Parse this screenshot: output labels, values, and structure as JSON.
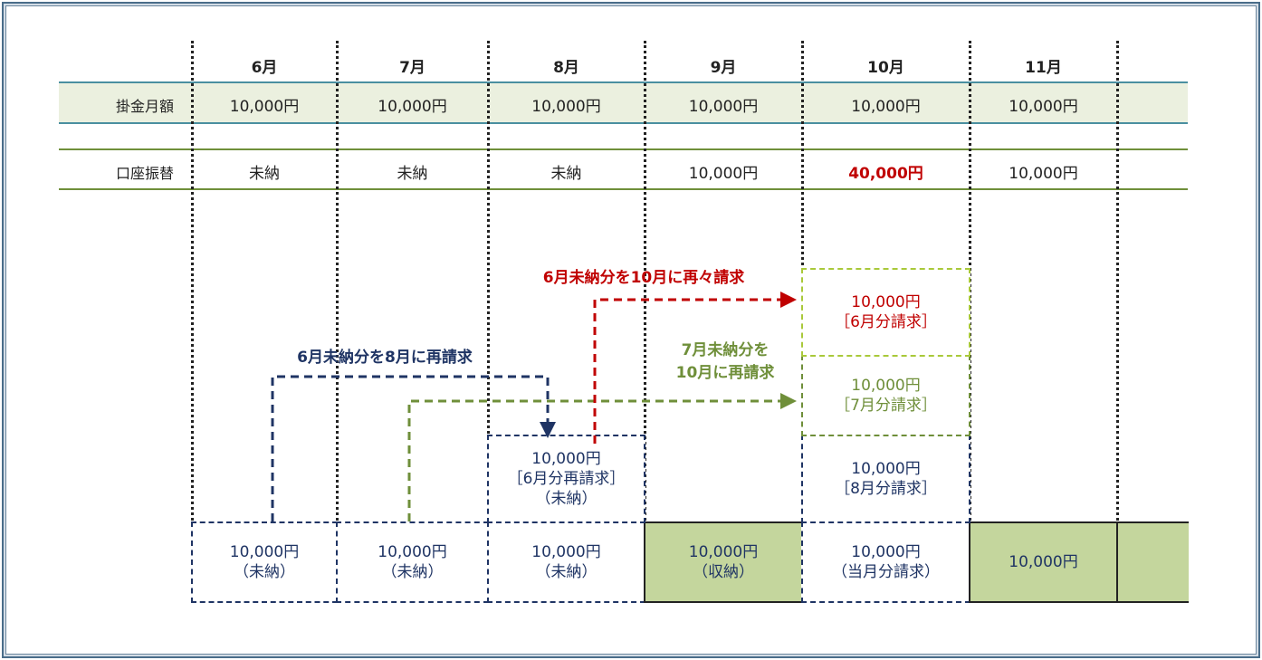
{
  "months": [
    "6月",
    "7月",
    "8月",
    "9月",
    "10月",
    "11月"
  ],
  "rows": {
    "kakekin": {
      "label": "掛金月額",
      "values": [
        "10,000円",
        "10,000円",
        "10,000円",
        "10,000円",
        "10,000円",
        "10,000円"
      ]
    },
    "furikae": {
      "label": "口座振替",
      "values": [
        "未納",
        "未納",
        "未納",
        "10,000円",
        "40,000円",
        "10,000円"
      ]
    }
  },
  "boxes": {
    "jun": {
      "line1": "10,000円",
      "line2": "（未納）"
    },
    "jul": {
      "line1": "10,000円",
      "line2": "（未納）"
    },
    "aug": {
      "line1": "10,000円",
      "line2": "（未納）"
    },
    "aug_rebill": {
      "line1": "10,000円",
      "line2": "［6月分再請求］",
      "line3": "（未納）"
    },
    "sep": {
      "line1": "10,000円",
      "line2": "（収納）"
    },
    "oct_current": {
      "line1": "10,000円",
      "line2": "（当月分請求）"
    },
    "oct_aug": {
      "line1": "10,000円",
      "line2": "［8月分請求］"
    },
    "oct_jul": {
      "line1": "10,000円",
      "line2": "［7月分請求］"
    },
    "oct_jun": {
      "line1": "10,000円",
      "line2": "［6月分請求］"
    },
    "nov": {
      "line1": "10,000円"
    }
  },
  "annotations": {
    "jun_to_aug": "6月未納分を8月に再請求",
    "jun_to_oct": "6月未納分を10月に再々請求",
    "jul_to_oct_1": "7月未納分を",
    "jul_to_oct_2": "10月に再請求"
  },
  "colors": {
    "navy": "#1f3464",
    "red": "#c00000",
    "olive": "#6f8f3a",
    "lime": "#a9c93a",
    "green_fill": "#c4d69d",
    "teal_line": "#4a8fa0",
    "green_line": "#6f8f3a",
    "header_band": "#ebf0df"
  }
}
